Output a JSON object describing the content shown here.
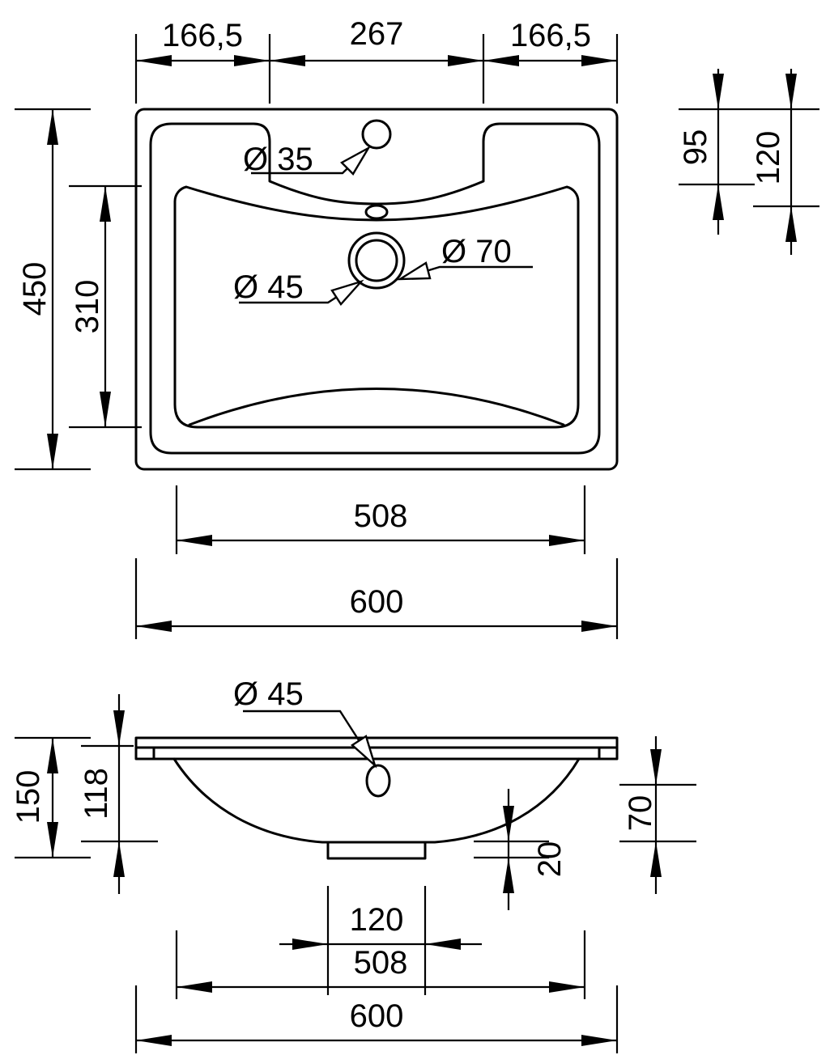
{
  "top_view": {
    "width_segment_left": "166,5",
    "width_segment_center": "267",
    "width_segment_right": "166,5",
    "overall_depth": "450",
    "basin_depth": "310",
    "right_offset_small": "95",
    "right_offset_large": "120",
    "faucet_hole_label": "Ø 35",
    "drain_inner_label": "Ø 45",
    "drain_outer_label": "Ø 70",
    "basin_width": "508",
    "overall_width": "600"
  },
  "section_view": {
    "drain_hole_label": "Ø 45",
    "overall_height": "150",
    "bowl_depth": "118",
    "right_depth": "70",
    "outlet_height": "20",
    "outlet_width": "120",
    "basin_width": "508",
    "overall_width": "600"
  }
}
